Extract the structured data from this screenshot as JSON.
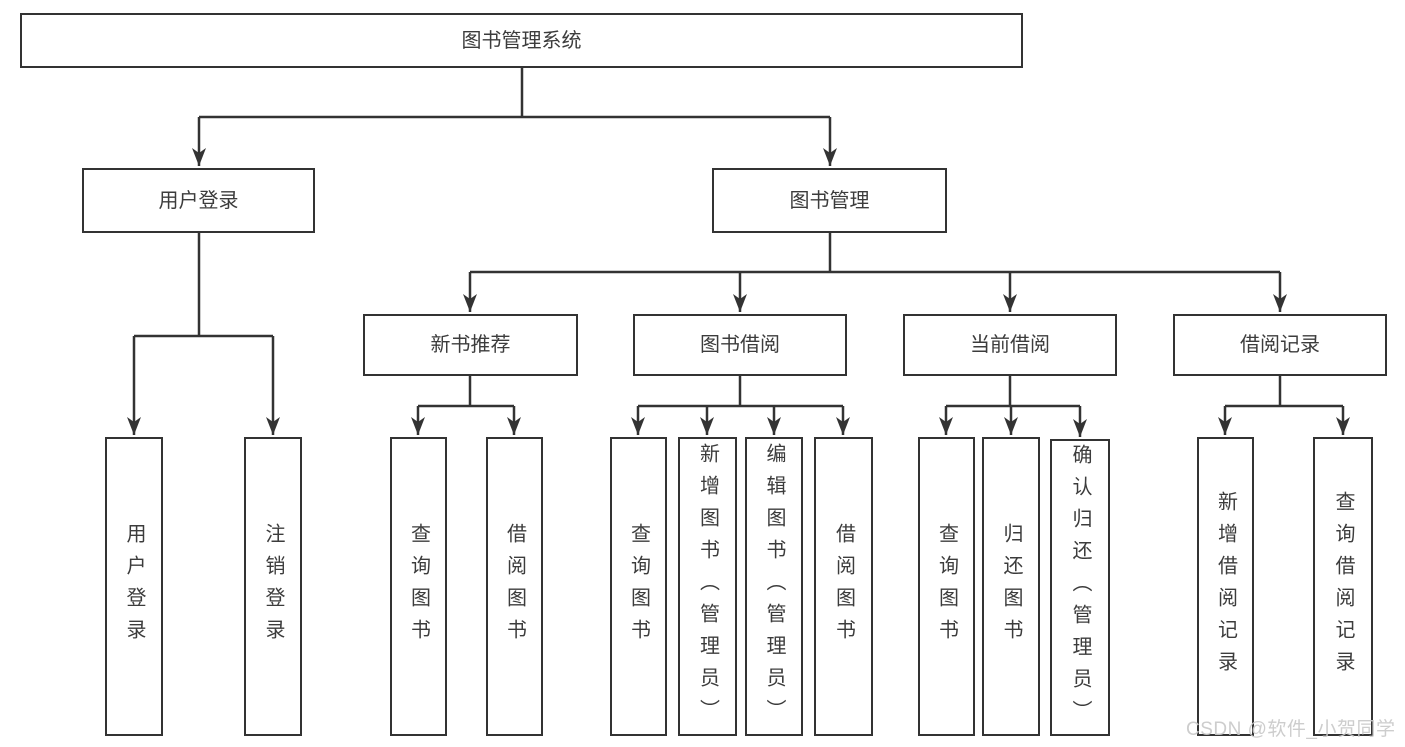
{
  "tree": {
    "root": "图书管理系统",
    "branches": [
      {
        "label": "用户登录",
        "children": [
          {
            "label": "用户登录"
          },
          {
            "label": "注销登录"
          }
        ]
      },
      {
        "label": "图书管理",
        "groups": [
          {
            "label": "新书推荐",
            "children": [
              {
                "label": "查询图书"
              },
              {
                "label": "借阅图书"
              }
            ]
          },
          {
            "label": "图书借阅",
            "children": [
              {
                "label": "查询图书"
              },
              {
                "label": "新增图书（管理员）"
              },
              {
                "label": "编辑图书（管理员）"
              },
              {
                "label": "借阅图书"
              }
            ]
          },
          {
            "label": "当前借阅",
            "children": [
              {
                "label": "查询图书"
              },
              {
                "label": "归还图书"
              },
              {
                "label": "确认归还（管理员）"
              }
            ]
          },
          {
            "label": "借阅记录",
            "children": [
              {
                "label": "新增借阅记录"
              },
              {
                "label": "查询借阅记录"
              }
            ]
          }
        ]
      }
    ]
  },
  "watermark": {
    "text": "CSDN @软件_小贺同学"
  },
  "colors": {
    "line": "#333333",
    "text": "#3c3c3c",
    "box_fill": "#ffffff",
    "watermark": "#c9c9c9"
  }
}
